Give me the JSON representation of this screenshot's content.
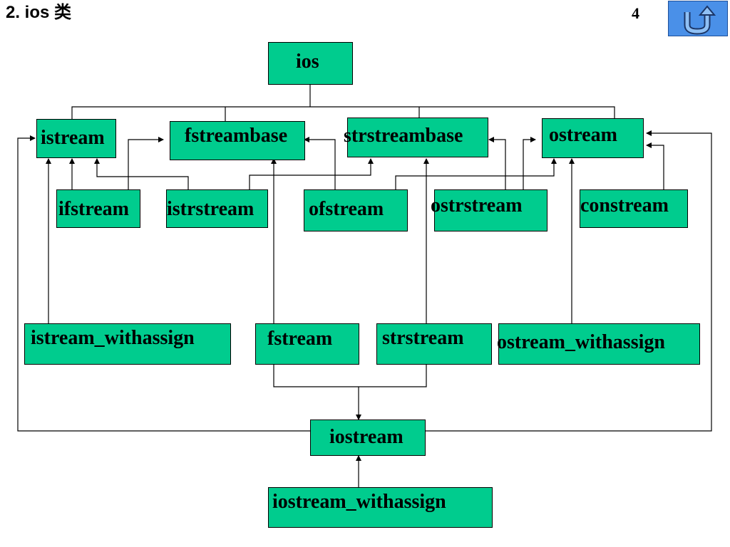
{
  "header": {
    "title": "2.   ios  类",
    "page_number": "4",
    "return_icon": "u-turn-arrow-icon"
  },
  "nodes": {
    "ios": "ios",
    "istream": "istream",
    "fstreambase": "fstreambase",
    "strstreambase": "strstreambase",
    "ostream": "ostream",
    "ifstream": "ifstream",
    "istrstream": "istrstream",
    "ofstream": "ofstream",
    "ostrstream": "ostrstream",
    "constream": "constream",
    "istream_withassign": "istream_withassign",
    "fstream": "fstream",
    "strstream": "strstream",
    "ostream_withassign": "ostream_withassign",
    "iostream": "iostream",
    "iostream_withassign": "iostream_withassign"
  },
  "colors": {
    "node_fill": "#00cc8e",
    "button_fill": "#4a90e8"
  }
}
